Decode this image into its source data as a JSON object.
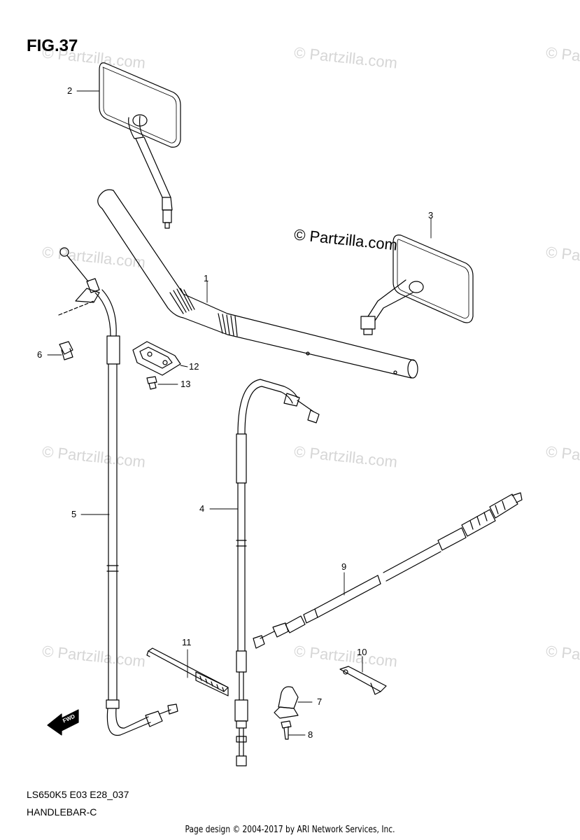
{
  "figure": {
    "title": "FIG.37",
    "model_code": "LS650K5 E03 E28_037",
    "section_name": "HANDLEBAR-C"
  },
  "watermark": {
    "center_text": "© Partzilla.com",
    "tile_text": "© Partzilla.com",
    "tile_color": "#d6d6d6"
  },
  "page_credit": "Page design © 2004-2017 by ARI Network Services, Inc.",
  "callouts": {
    "c1": "1",
    "c2": "2",
    "c3": "3",
    "c4": "4",
    "c5": "5",
    "c6": "6",
    "c7": "7",
    "c8": "8",
    "c9": "9",
    "c10": "10",
    "c11": "11",
    "c12": "12",
    "c13": "13"
  },
  "fwd_label": "FWD"
}
